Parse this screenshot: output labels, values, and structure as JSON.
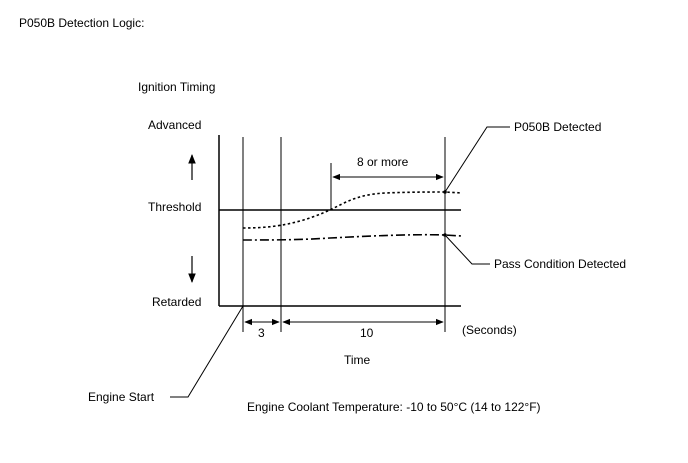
{
  "title": "P050B Detection Logic:",
  "y_axis": {
    "label": "Ignition Timing",
    "top": "Advanced",
    "middle": "Threshold",
    "bottom": "Retarded"
  },
  "x_axis": {
    "label": "Time",
    "unit": "(Seconds)"
  },
  "durations": {
    "startup": "3",
    "window": "10",
    "detect": "8 or more"
  },
  "callouts": {
    "detected": "P050B Detected",
    "pass": "Pass Condition Detected",
    "start": "Engine Start"
  },
  "condition": "Engine Coolant Temperature: -10 to 50°C (14 to 122°F)"
}
